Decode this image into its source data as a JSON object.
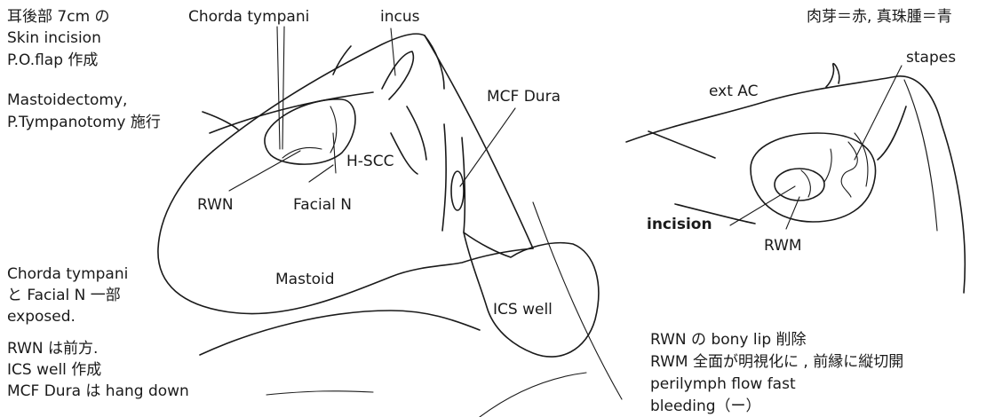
{
  "left_figure": {
    "notes_top": [
      "耳後部 7cm の",
      "Skin incision",
      "P.O.flap 作成"
    ],
    "notes_mid": [
      "Mastoidectomy,",
      "P.Tympanotomy 施行"
    ],
    "notes_bottom_a": [
      "Chorda tympani",
      "と Facial N 一部",
      "exposed."
    ],
    "notes_bottom_b": [
      "RWN は前方.",
      "ICS well 作成",
      "MCF Dura は hang down"
    ],
    "labels": {
      "chorda_tympani": "Chorda tympani",
      "incus": "incus",
      "mcf_dura": "MCF Dura",
      "h_scc": "H-SCC",
      "rwn": "RWN",
      "facial_n": "Facial N",
      "mastoid": "Mastoid",
      "ics_well": "ICS well"
    }
  },
  "right_figure": {
    "legend": "肉芽＝赤, 真珠腫＝青",
    "labels": {
      "stapes": "stapes",
      "ext_ac": "ext AC",
      "incision": "incision",
      "rwm": "RWM"
    },
    "notes": [
      "RWN の bony lip 削除",
      "RWM 全面が明視化に , 前縁に縦切開",
      "perilymph flow fast",
      "bleeding（ー）"
    ]
  }
}
